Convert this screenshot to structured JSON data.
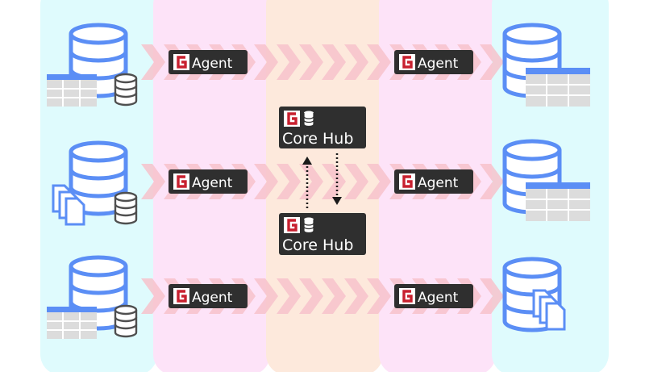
{
  "diagram": {
    "agent_label": "Agent",
    "hub_label": "Core Hub",
    "colors": {
      "source_column": "#dffbfd",
      "agent_column": "#fde3f8",
      "hub_column": "#fde9dc",
      "database": "#5b8ef5",
      "table_header": "#5b8ef5",
      "table_cells": "#dcdcdc",
      "badge_background": "#2f2f2f",
      "logo_red": "#c8202f",
      "flow_arrows": "#f7c2cc"
    },
    "sources": [
      {
        "name": "database-with-table",
        "extra": "table"
      },
      {
        "name": "database-with-files",
        "extra": "files"
      },
      {
        "name": "database-with-table",
        "extra": "table"
      }
    ],
    "targets": [
      {
        "name": "database-with-table",
        "extra": "table"
      },
      {
        "name": "database-with-table",
        "extra": "table"
      },
      {
        "name": "database-with-files",
        "extra": "files"
      }
    ],
    "link_between_hubs": "bidirectional-dotted-arrows"
  }
}
